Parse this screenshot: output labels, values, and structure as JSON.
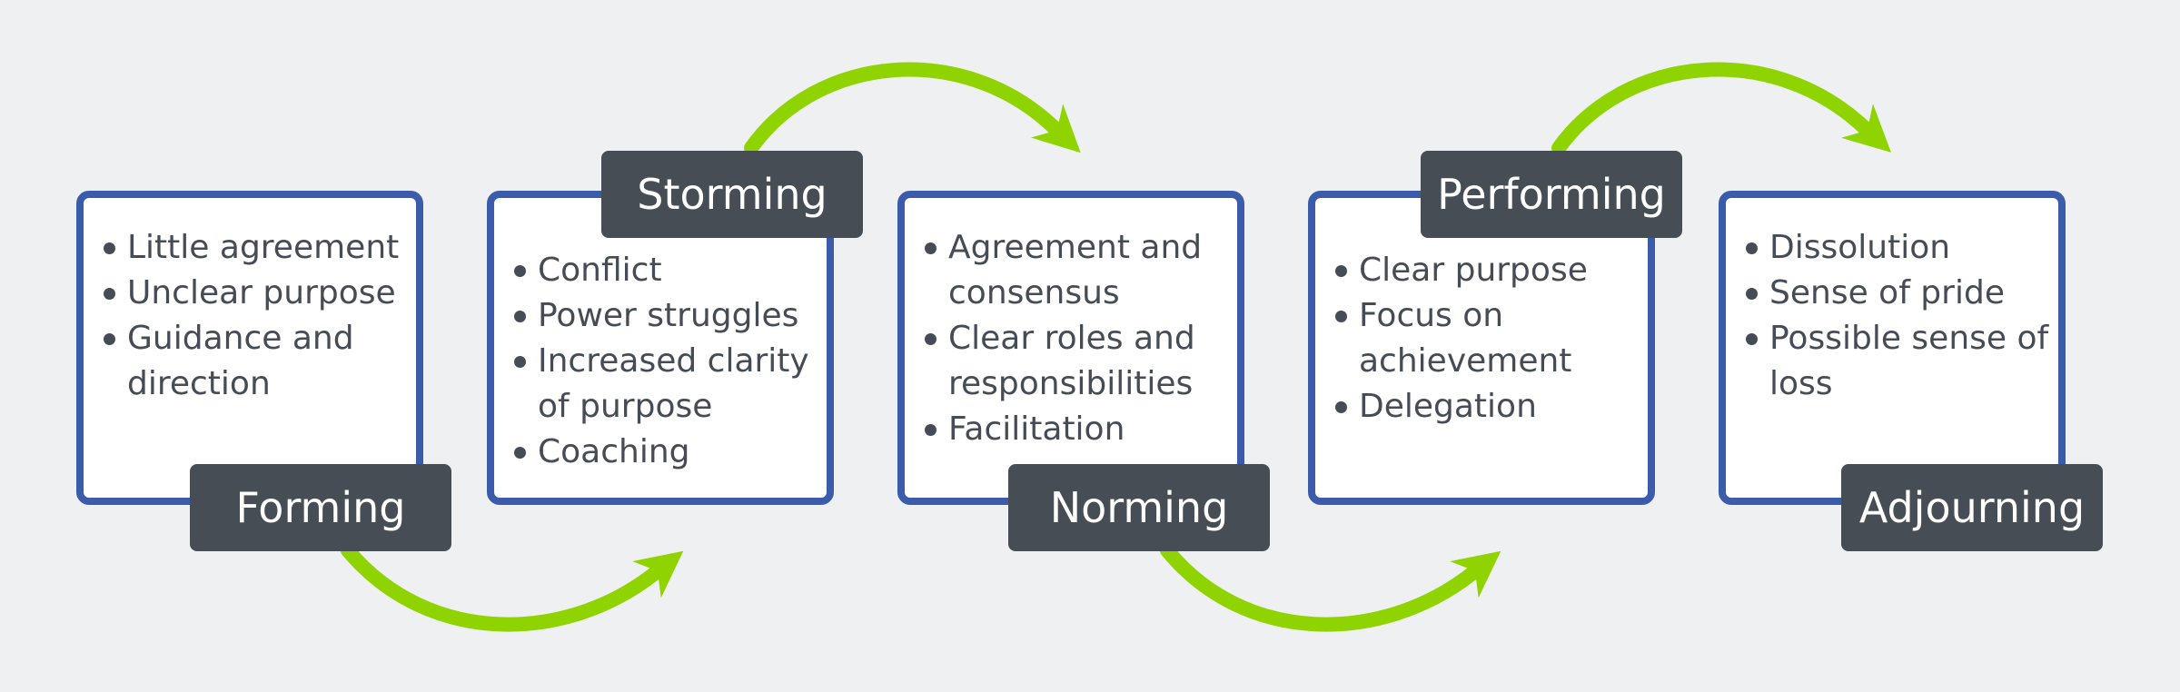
{
  "colors": {
    "background": "#eff0f1",
    "box_border": "#3b5bab",
    "label_fill": "#474d55",
    "arrow": "#8fd400",
    "text": "#454c55"
  },
  "stages": [
    {
      "name": "Forming",
      "bullets": [
        "Little agreement",
        "Unclear purpose",
        "Guidance and direction"
      ]
    },
    {
      "name": "Storming",
      "bullets": [
        "Conflict",
        "Power struggles",
        "Increased clarity of purpose",
        "Coaching"
      ]
    },
    {
      "name": "Norming",
      "bullets": [
        "Agreement and consensus",
        "Clear roles and responsibilities",
        "Facilitation"
      ]
    },
    {
      "name": "Performing",
      "bullets": [
        "Clear purpose",
        "Focus on achievement",
        "Delegation"
      ]
    },
    {
      "name": "Adjourning",
      "bullets": [
        "Dissolution",
        "Sense of pride",
        "Possible sense of loss"
      ]
    }
  ]
}
